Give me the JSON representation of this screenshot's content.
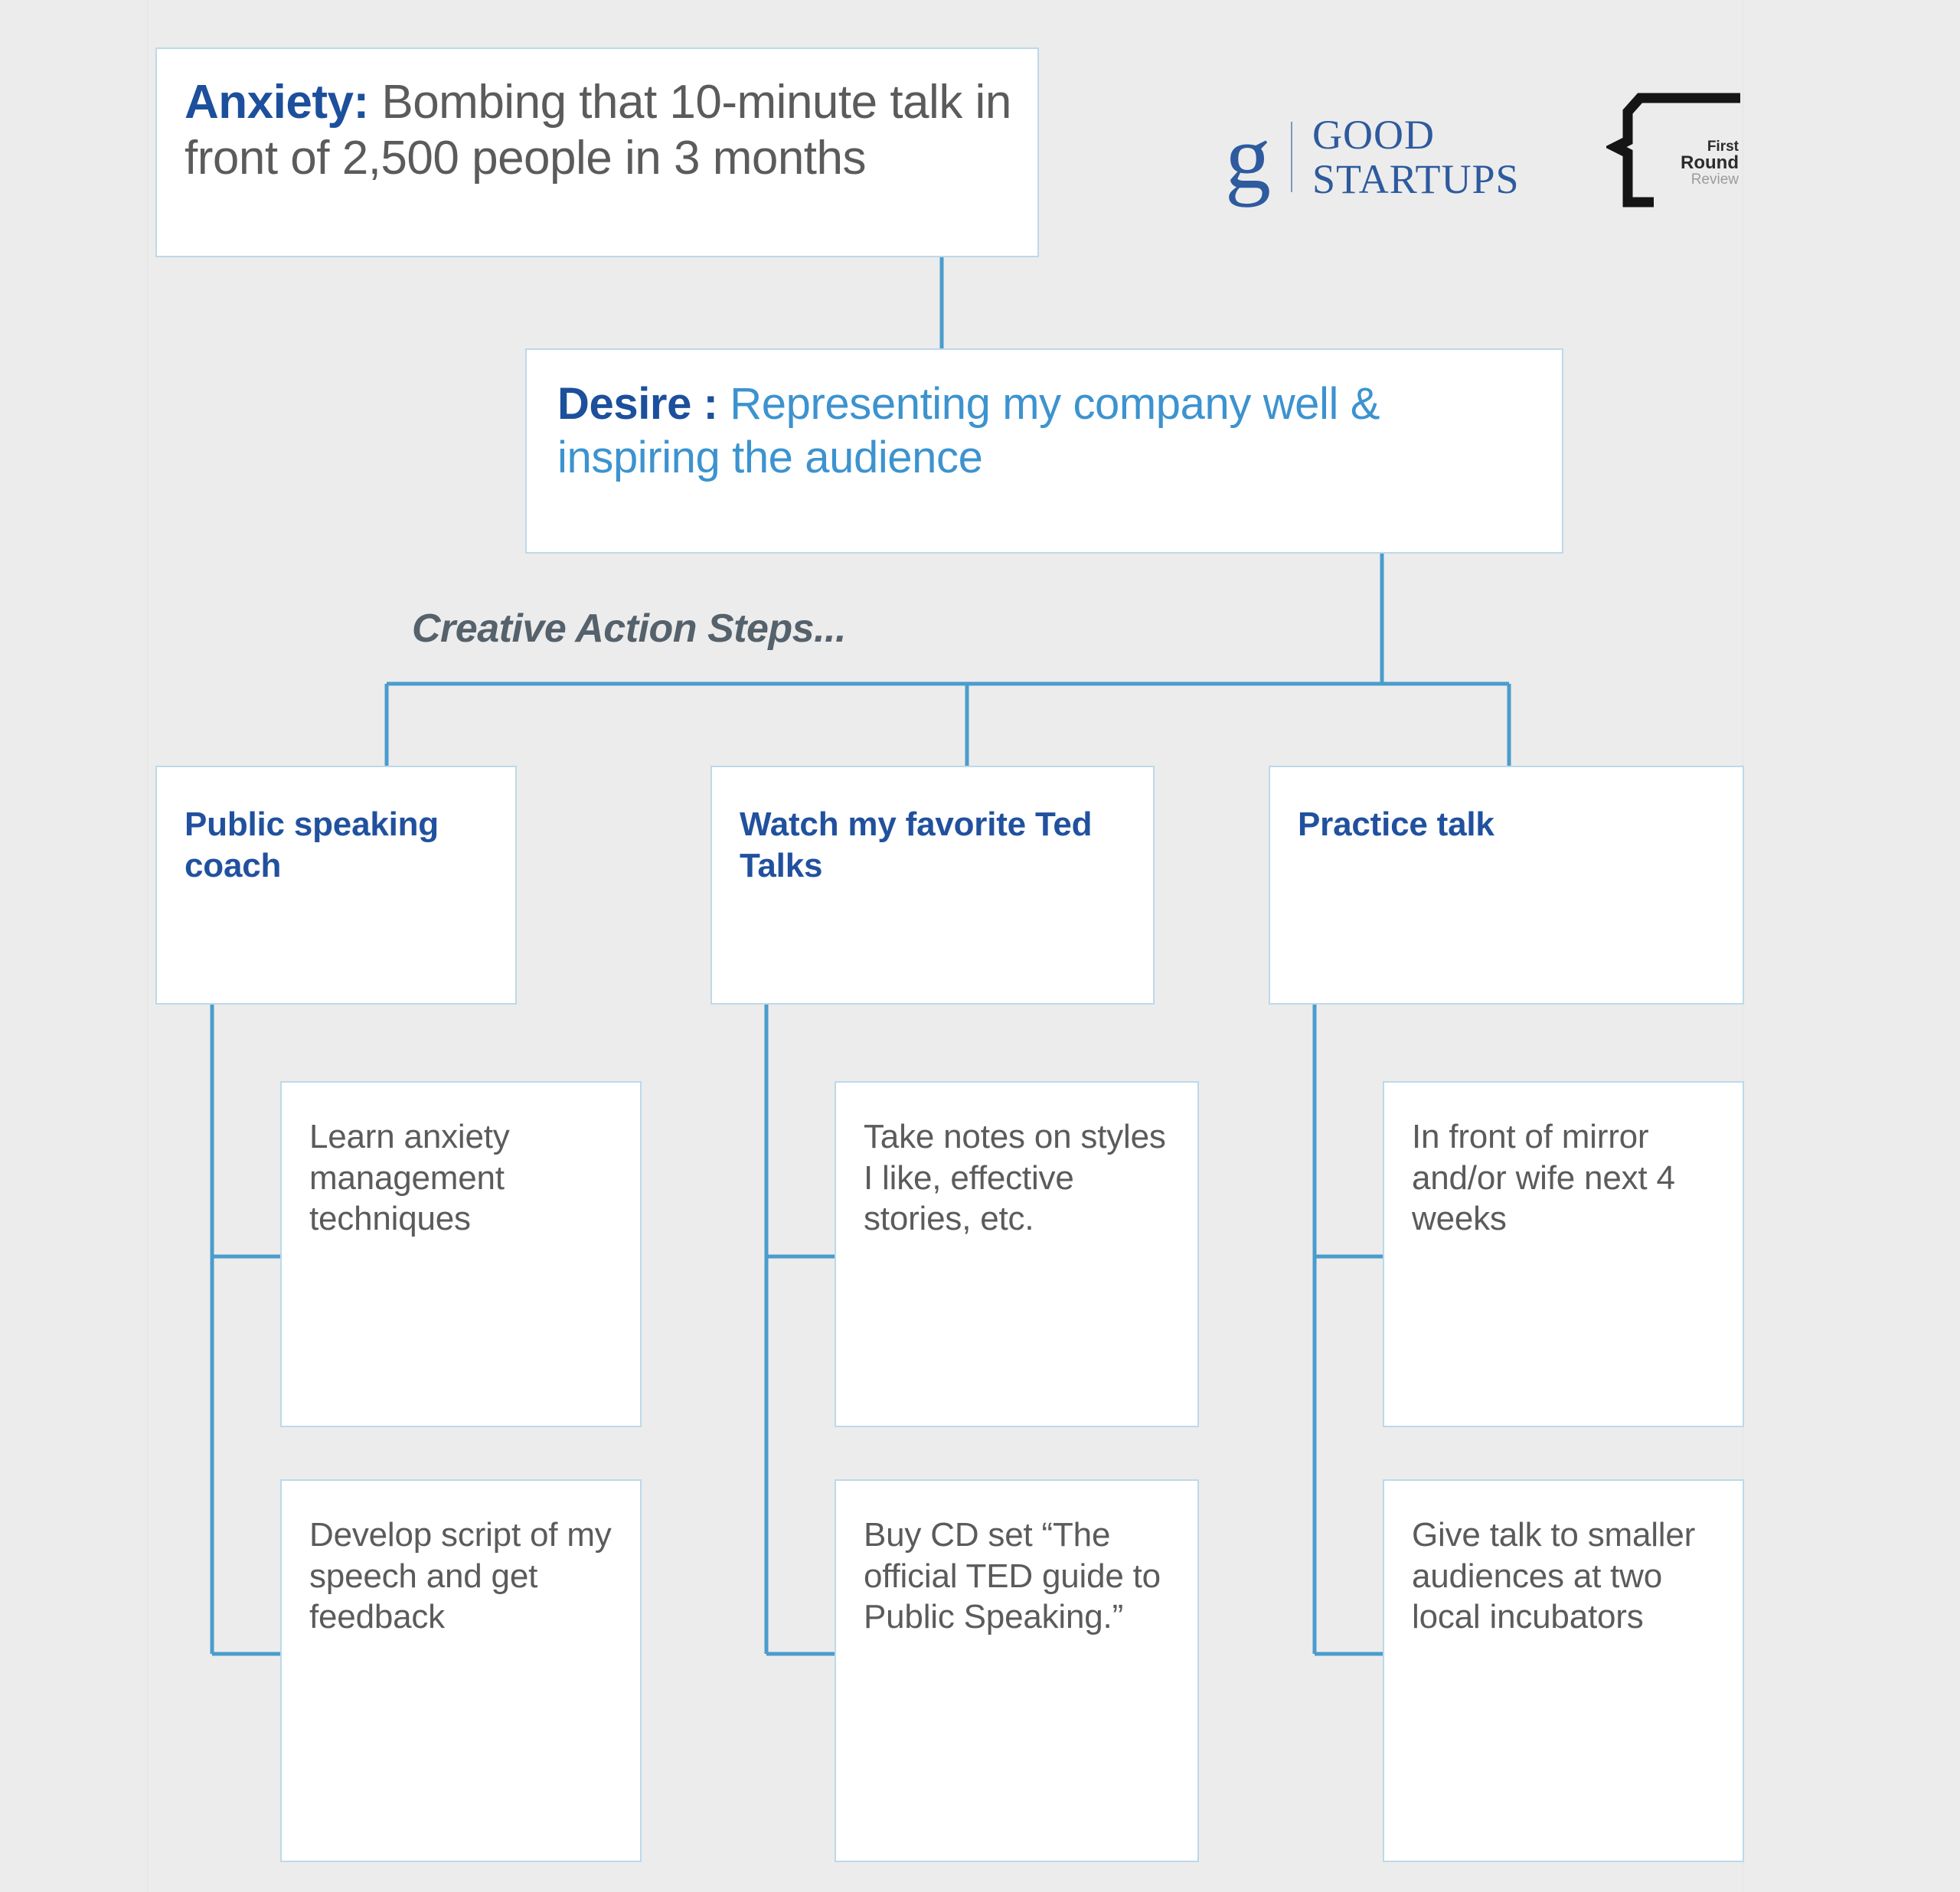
{
  "theme": {
    "background": "#ececec",
    "box_fill": "#ffffff",
    "box_border": "#bcd9ea",
    "connector": "#4a9ccd",
    "navy": "#1c4f9c",
    "action_navy": "#21519e",
    "body_gray": "#5b5b5b",
    "desire_blue": "#3c93cf",
    "caption_gray": "#55616b",
    "logo_blue": "#2e5a9e"
  },
  "diagram": {
    "type": "tree",
    "anxiety": {
      "label": "Anxiety:",
      "text": "Bombing that 10-minute talk in front of 2,500 people in 3 months"
    },
    "desire": {
      "label": "Desire :",
      "text": "Representing my company well & inspiring the audience"
    },
    "caption": "Creative Action Steps...",
    "action_steps": [
      {
        "title": "Public speaking coach",
        "children": [
          "Learn anxiety management techniques",
          "Develop script of my speech and get feedback"
        ]
      },
      {
        "title": "Watch my favorite Ted Talks",
        "children": [
          "Take notes on styles I like, effective stories, etc.",
          "Buy CD set “The official TED guide to Public Speaking.”"
        ]
      },
      {
        "title": "Practice talk",
        "children": [
          "In front of mirror and/or wife next 4 weeks",
          "Give talk to smaller audiences at two local incubators"
        ]
      }
    ]
  },
  "logos": {
    "good_startups": {
      "mark": "g",
      "line1": "GOOD",
      "line2": "STARTUPS"
    },
    "first_round_review": {
      "line1": "First",
      "line2": "Round",
      "line3": "Review"
    }
  }
}
